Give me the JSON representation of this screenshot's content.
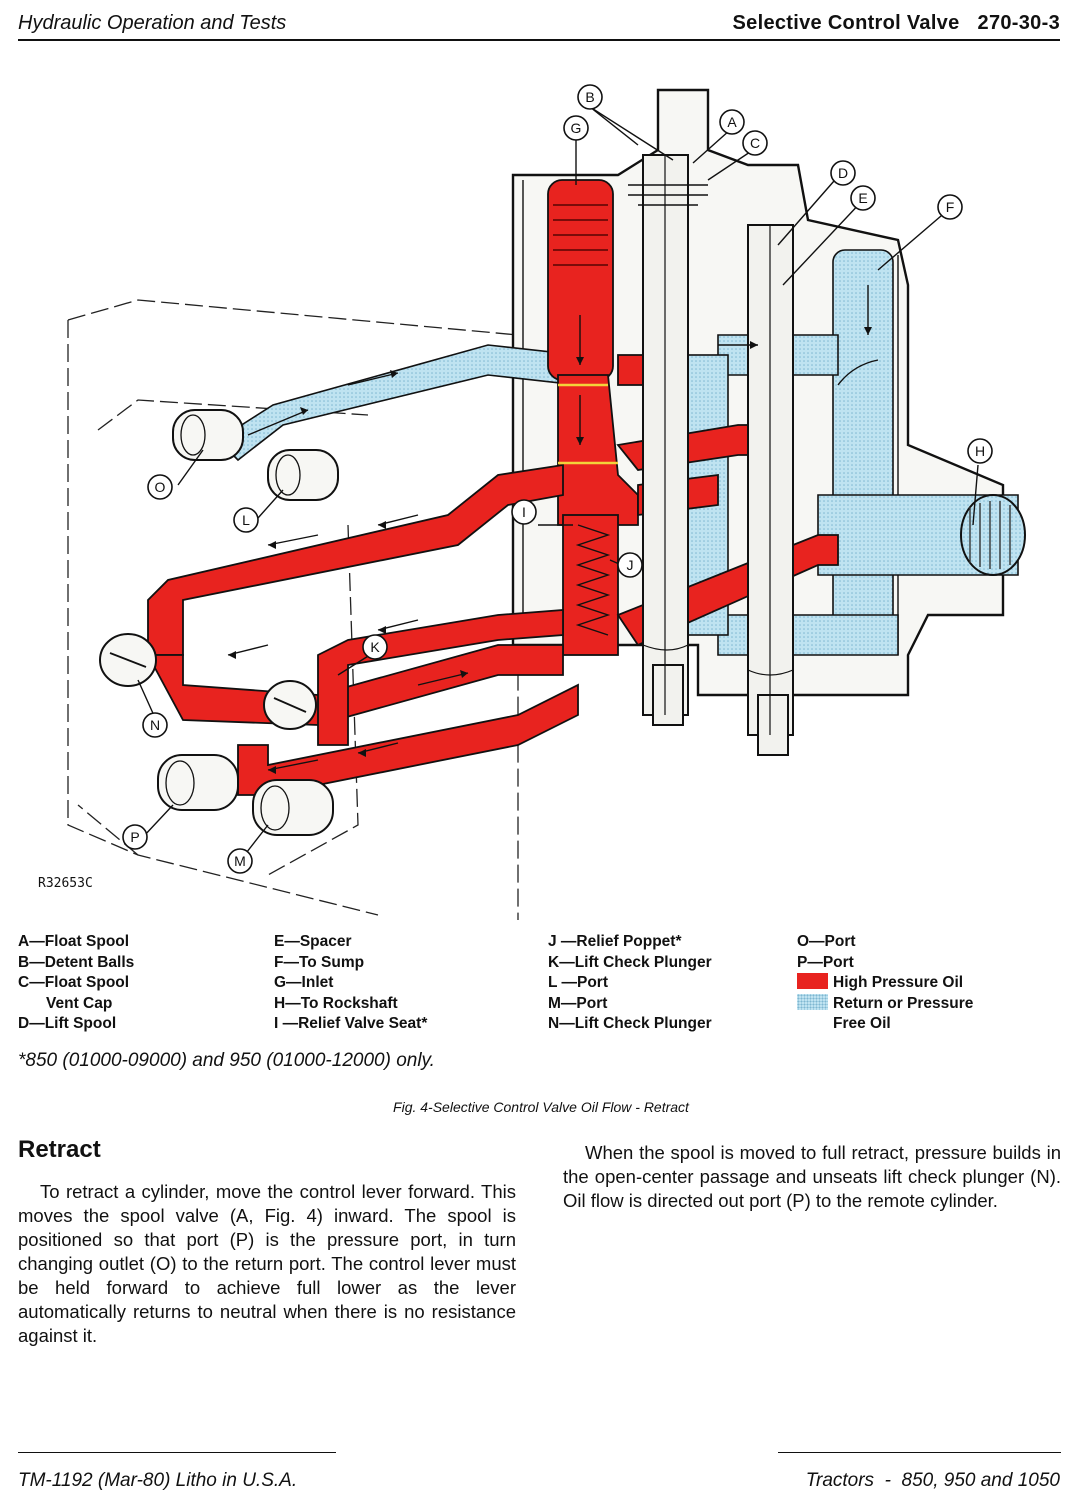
{
  "header": {
    "section": "Hydraulic Operation and Tests",
    "title": "Selective Control Valve",
    "page": "270-30-3"
  },
  "figure": {
    "id": "R32653C",
    "callouts": [
      "A",
      "B",
      "C",
      "D",
      "E",
      "F",
      "G",
      "H",
      "I",
      "J",
      "K",
      "L",
      "M",
      "N",
      "O",
      "P"
    ],
    "colors": {
      "high_pressure": "#e8231f",
      "return_free": "#bfe3f1"
    }
  },
  "legend": {
    "col1": [
      "A—Float Spool",
      "B—Detent Balls",
      "C—Float Spool",
      "Vent Cap",
      "D—Lift Spool"
    ],
    "col2": [
      "E—Spacer",
      "F—To Sump",
      "G—Inlet",
      "H—To Rockshaft",
      "I —Relief Valve Seat*"
    ],
    "col3": [
      "J —Relief Poppet*",
      "K—Lift Check Plunger",
      "L —Port",
      "M—Port",
      "N—Lift Check Plunger"
    ],
    "col4": [
      "O—Port",
      "P—Port"
    ],
    "swatches": [
      "High Pressure Oil",
      "Return or Pressure",
      "Free Oil"
    ]
  },
  "footnote": "*850 (01000-09000) and 950 (01000-12000) only.",
  "caption": "Fig. 4-Selective Control Valve Oil Flow - Retract",
  "section_heading": "Retract",
  "paragraphs": [
    "To retract a cylinder, move the control lever forward. This moves the spool valve (A, Fig. 4) inward. The spool is positioned so that port (P) is the pressure port, in turn changing outlet (O) to the return port. The control lever must be held forward to achieve full lower as the lever automatically returns to neutral when there is no resistance against it.",
    "When the spool is moved to full retract, pressure builds in the open-center passage and unseats lift check plunger (N). Oil flow is directed out port (P) to the remote cylinder."
  ],
  "footer": {
    "left": "TM-1192 (Mar-80) Litho in U.S.A.",
    "right": "Tractors  -  850, 950 and 1050"
  }
}
